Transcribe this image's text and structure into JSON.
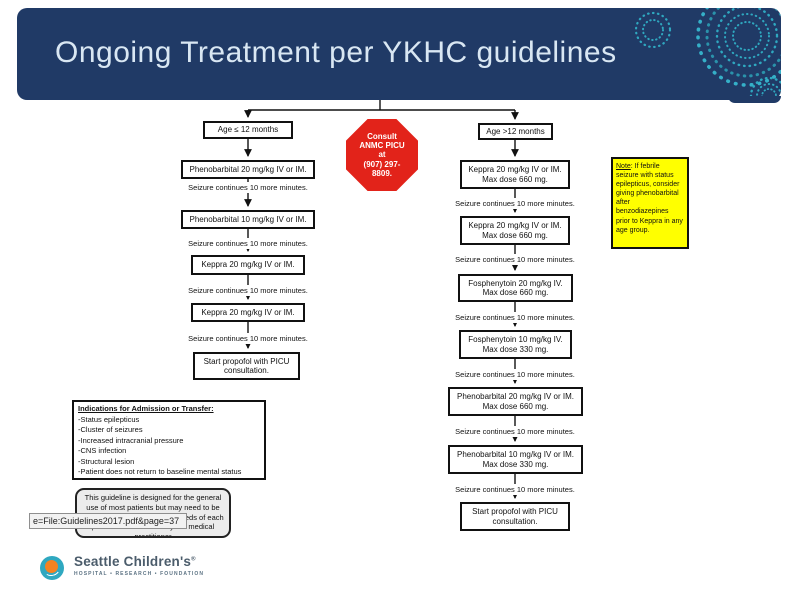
{
  "header": {
    "title": "Ongoing Treatment per YKHC guidelines"
  },
  "flowchart": {
    "edge_label": "Seizure continues 10 more minutes.",
    "consult_stop_lines": [
      "Consult",
      "ANMC PICU",
      "at",
      "(907) 297-",
      "8809."
    ],
    "left_branch": {
      "nodes": [
        "Age ≤ 12 months",
        "Phenobarbital 20 mg/kg IV or IM.",
        "Phenobarbital 10 mg/kg IV or IM.",
        "Keppra 20 mg/kg IV or IM.",
        "Keppra 20 mg/kg IV or IM.",
        "Start propofol with PICU consultation."
      ]
    },
    "right_branch": {
      "nodes": [
        "Age >12 months",
        "Keppra 20 mg/kg IV or IM. Max dose 660 mg.",
        "Keppra 20 mg/kg IV or IM. Max dose 660 mg.",
        "Fosphenytoin 20 mg/kg IV. Max dose 660 mg.",
        "Fosphenytoin 10 mg/kg IV. Max dose 330 mg.",
        "Phenobarbital 20 mg/kg IV or IM. Max dose 660 mg.",
        "Phenobarbital 10 mg/kg IV or IM. Max dose 330 mg.",
        "Start propofol with PICU consultation."
      ]
    },
    "note_box": {
      "label": "Note",
      "text": ": If febrile seizure with status epilepticus, consider giving phenobarbital after benzodiazepines prior to Keppra in any age group."
    },
    "admission_box": {
      "title": "Indications for Admission or Transfer:",
      "items": [
        "-Status epilepticus",
        "-Cluster of seizures",
        "-Increased intracranial pressure",
        "-CNS infection",
        "-Structural lesion",
        "-Patient does not return to baseline mental status"
      ]
    },
    "disclaimer_box": {
      "text": "This guideline is designed for the general use of most patients but may need to be adapted to meet the special needs of each patient as determined by the medical practitioner"
    }
  },
  "status_tooltip": "e=File:Guidelines2017.pdf&page=37",
  "footer_logo": {
    "name": "Seattle Children's",
    "registered": "®",
    "tagline": "HOSPITAL • RESEARCH • FOUNDATION"
  },
  "colors": {
    "header_navy": "#203a66",
    "dot_teal": "#2fa8c0",
    "stop_red": "#e2231a",
    "note_yellow": "#ffff00",
    "title_text": "#d9e7f3"
  }
}
